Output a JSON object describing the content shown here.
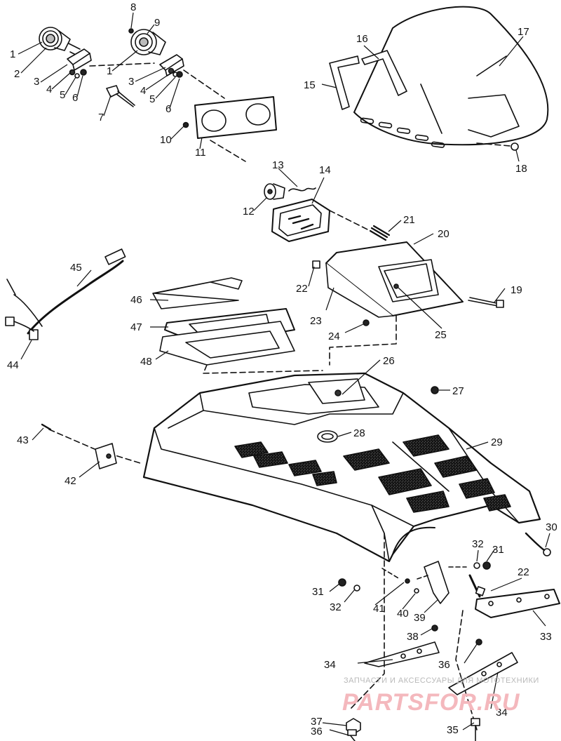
{
  "diagram": {
    "labels": [
      "1",
      "2",
      "3",
      "4",
      "5",
      "6",
      "7",
      "8",
      "9",
      "10",
      "11",
      "12",
      "13",
      "14",
      "15",
      "16",
      "17",
      "18",
      "19",
      "20",
      "21",
      "22",
      "23",
      "24",
      "25",
      "26",
      "27",
      "28",
      "29",
      "30",
      "31",
      "32",
      "33",
      "34",
      "35",
      "36",
      "37",
      "38",
      "39",
      "40",
      "41",
      "42",
      "43",
      "44",
      "45",
      "46",
      "47",
      "48"
    ],
    "colors": {
      "line": "#111111",
      "shade": "#bdbdbd",
      "watermark_logo": "#f4b8bd",
      "watermark_text": "#b9b9b9"
    }
  },
  "watermark": {
    "tagline": "ЗАПЧАСТИ И АКСЕССУАРЫ ДЛЯ МОТОТЕХНИКИ",
    "logo": "PARTSFOR.RU"
  }
}
